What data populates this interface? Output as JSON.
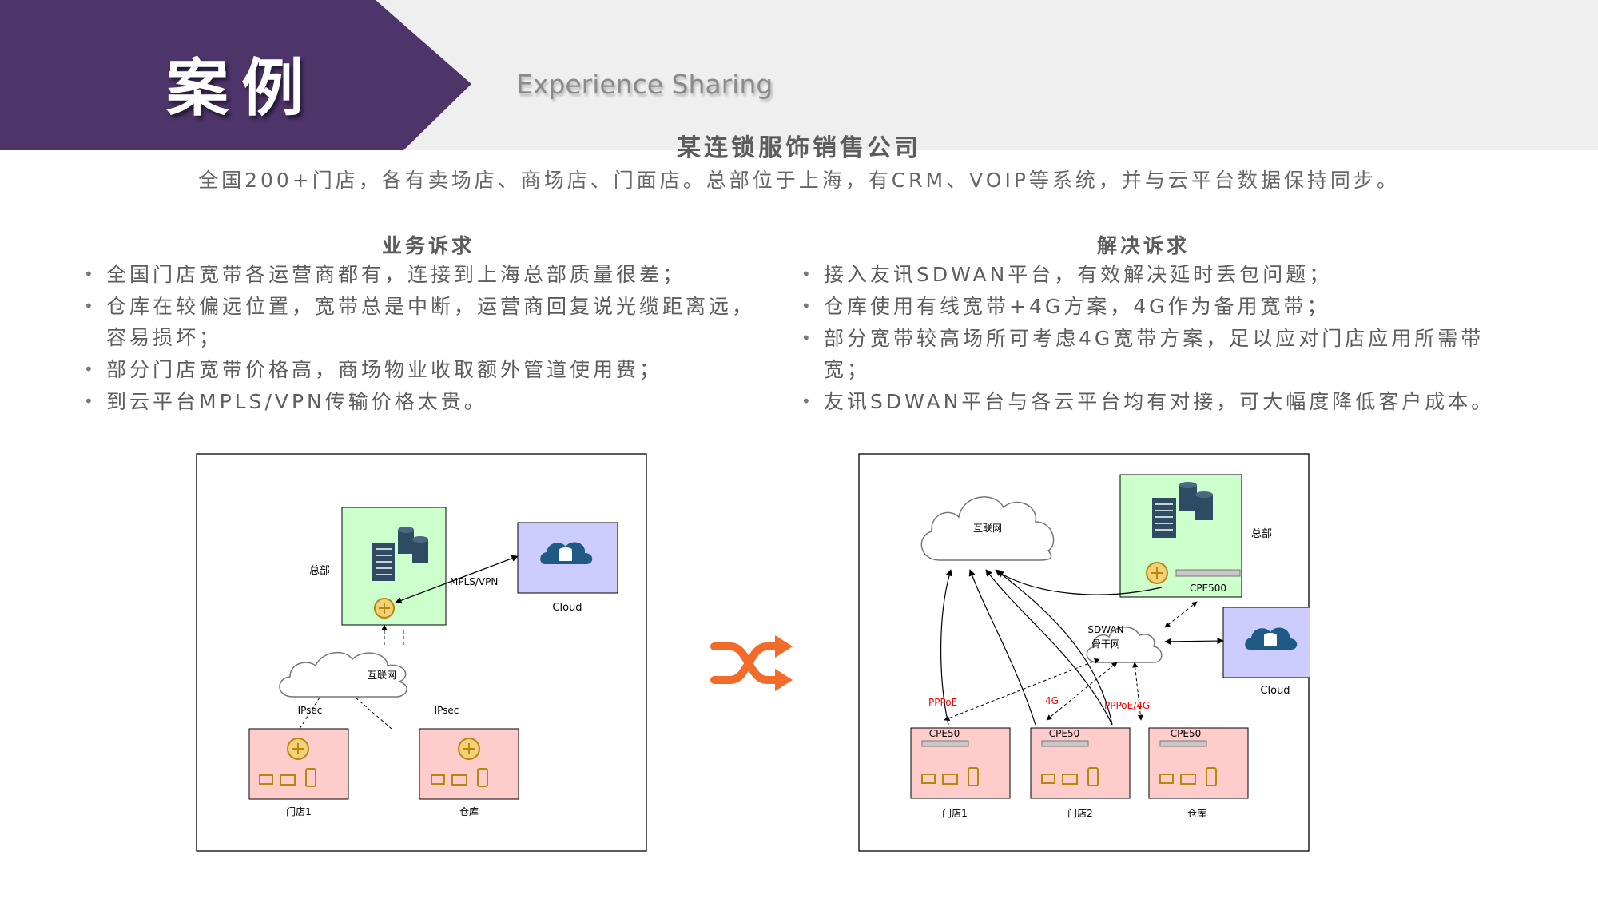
{
  "header": {
    "title": "案例",
    "subtitle": "Experience Sharing"
  },
  "company": "某连锁服饰销售公司",
  "intro": "全国200+门店，各有卖场店、商场店、门面店。总部位于上海，有CRM、VOIP等系统，并与云平台数据保持同步。",
  "left": {
    "heading": "业务诉求",
    "items": [
      "全国门店宽带各运营商都有，连接到上海总部质量很差；",
      "仓库在较偏远位置，宽带总是中断，运营商回复说光缆距离远，容易损坏；",
      "部分门店宽带价格高，商场物业收取额外管道使用费；",
      "到云平台MPLS/VPN传输价格太贵。"
    ]
  },
  "right": {
    "heading": "解决诉求",
    "items": [
      "接入友讯SDWAN平台，有效解决延时丢包问题；",
      "仓库使用有线宽带+4G方案，4G作为备用宽带；",
      "部分宽带较高场所可考虑4G宽带方案，足以应对门店应用所需带宽；",
      "友讯SDWAN平台与各云平台均有对接，可大幅度降低客户成本。"
    ]
  },
  "diagram_before": {
    "hq_label": "总部",
    "link_label": "MPLS/VPN",
    "cloud_label": "Cloud",
    "internet_label": "互联网",
    "ipsec_left": "IPsec",
    "ipsec_right": "IPsec",
    "store_label": "门店1",
    "warehouse_label": "仓库"
  },
  "diagram_after": {
    "internet_label": "互联网",
    "hq_label": "总部",
    "hq_cpe": "CPE500",
    "backbone_line1": "SDWAN",
    "backbone_line2": "骨干网",
    "cloud_label": "Cloud",
    "link_pppoe": "PPPoE",
    "link_4g": "4G",
    "link_pppoe_4g": "PPPoE/4G",
    "cpe": "CPE50",
    "store1_label": "门店1",
    "store2_label": "门店2",
    "warehouse_label": "仓库"
  },
  "colors": {
    "banner": "#4d3469",
    "hq_box": "#ccffcc",
    "cloud_box": "#ccccff",
    "store_box": "#ffcccc",
    "shuffle_icon": "#f26b2a",
    "link_label_red": "#ff0000"
  }
}
